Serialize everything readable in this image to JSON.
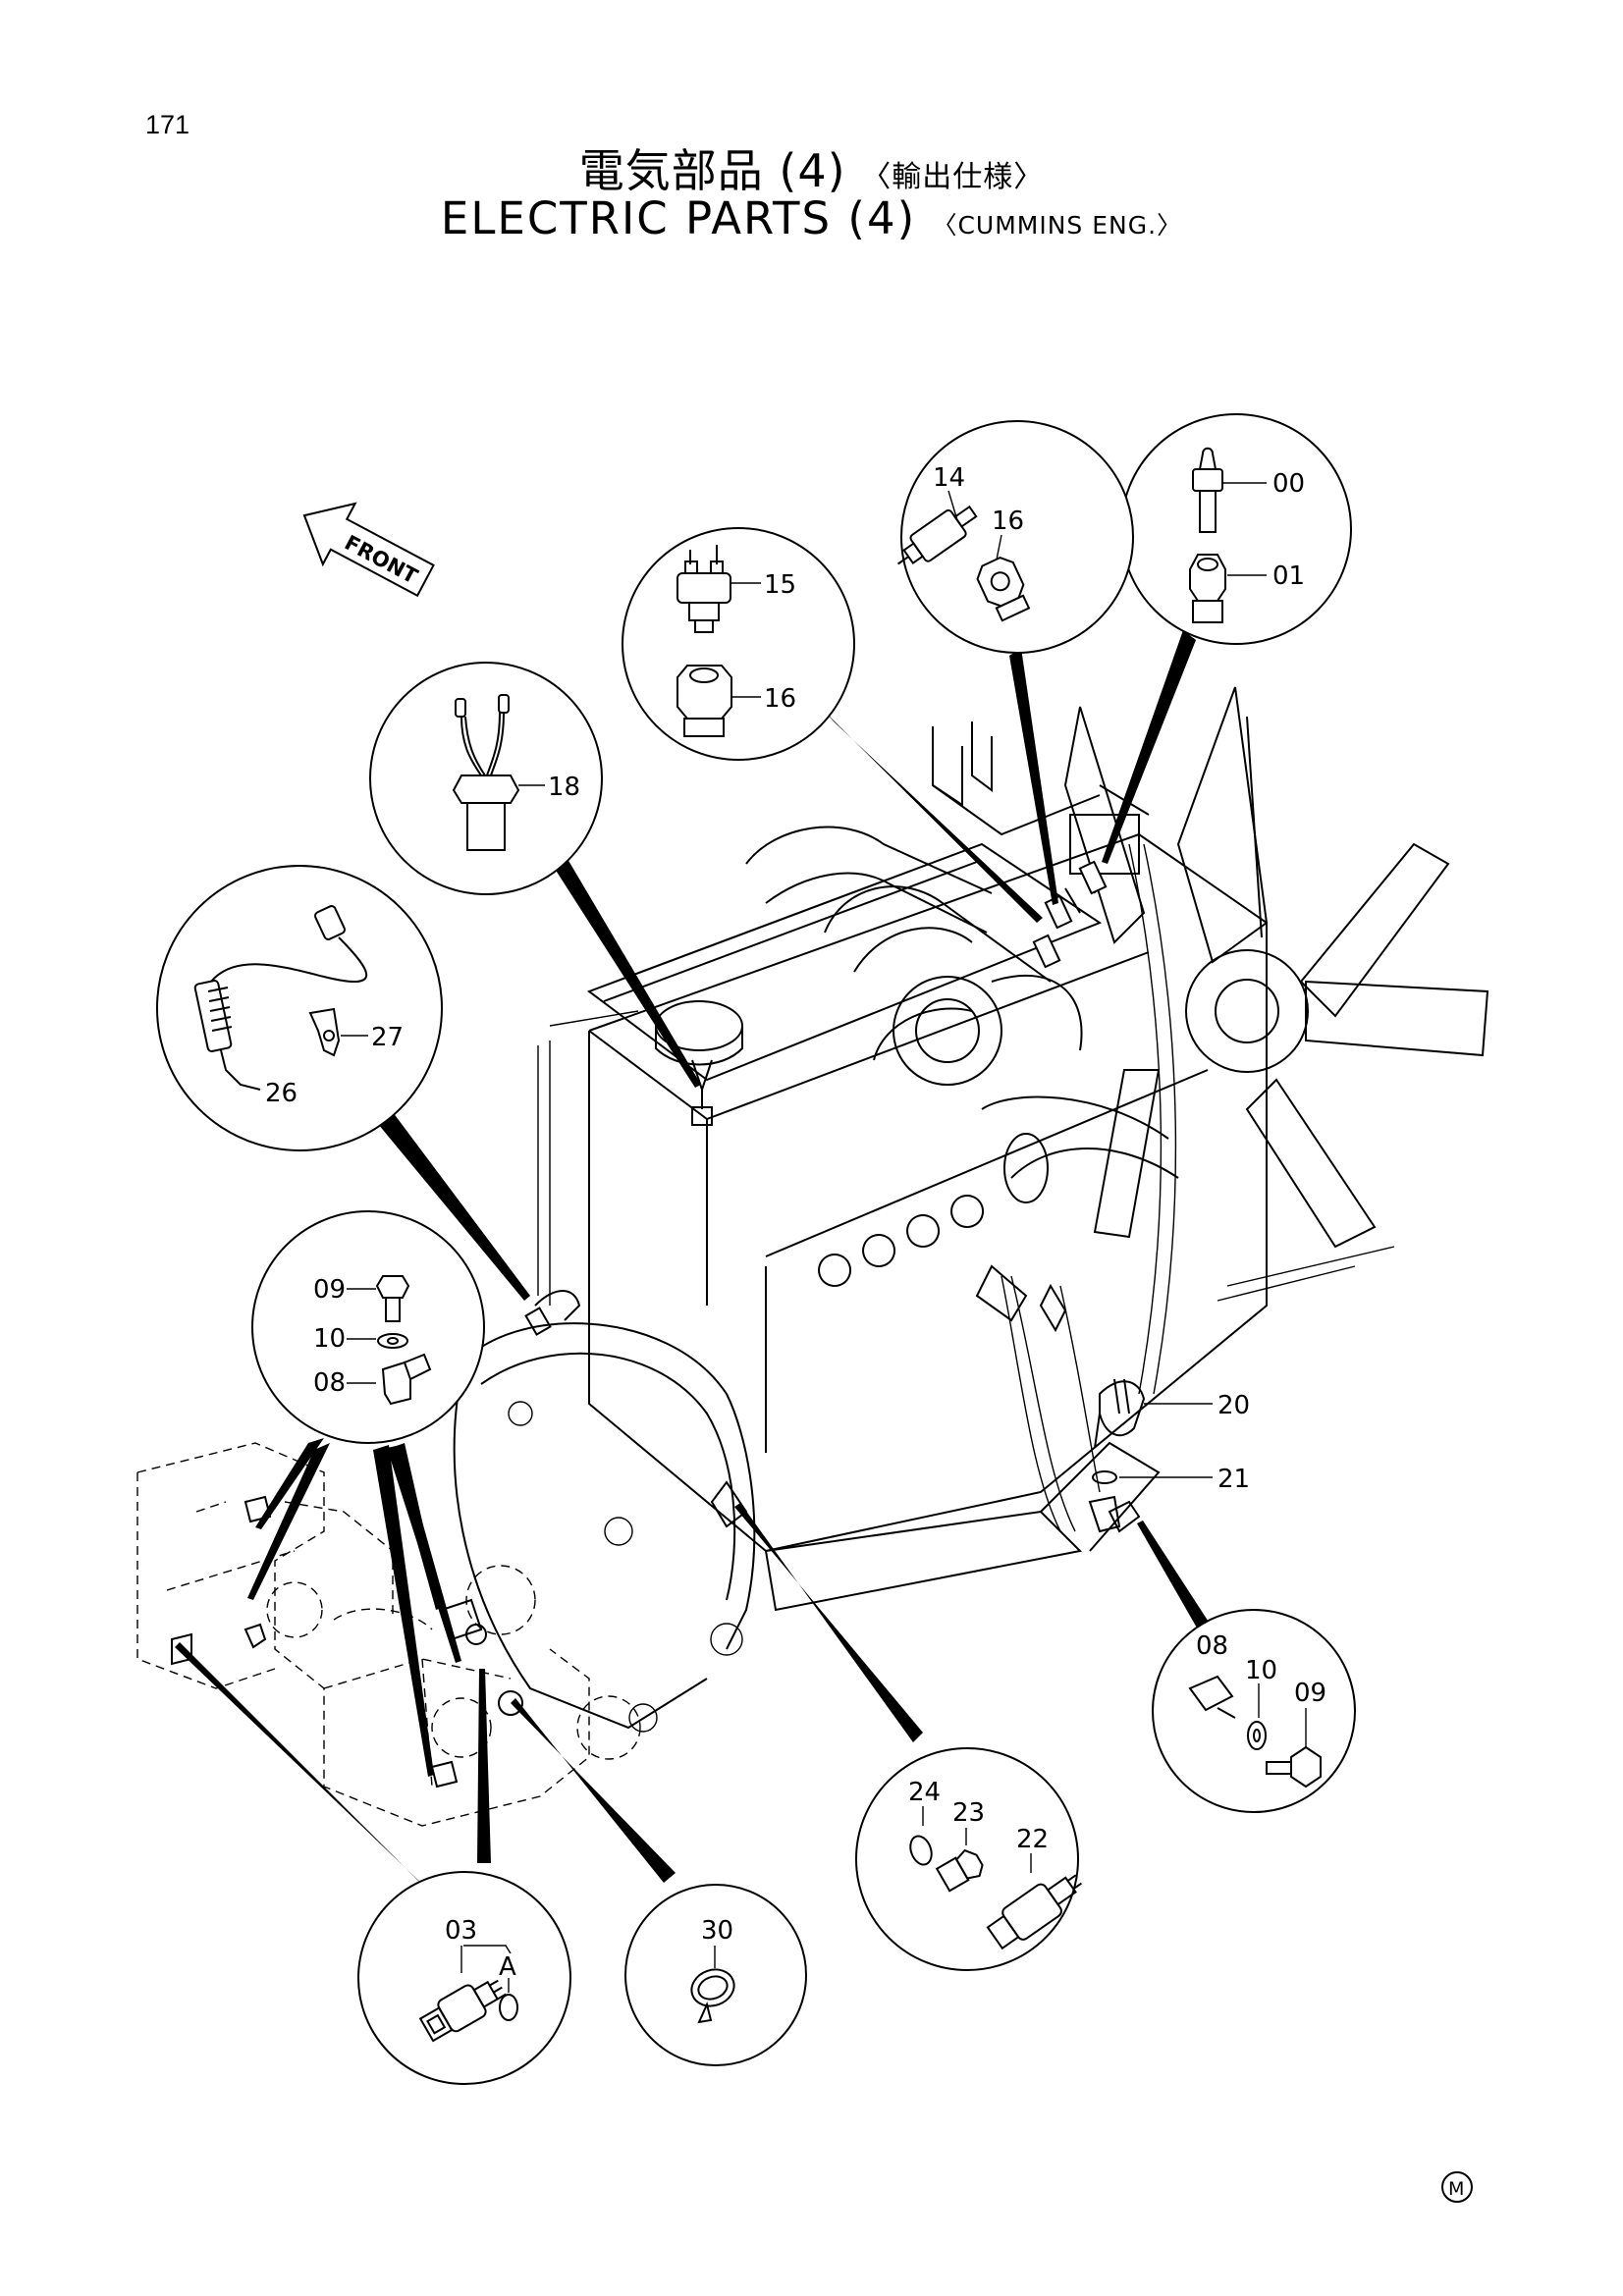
{
  "page_number": "171",
  "title_jp": "電気部品 (4)",
  "title_jp_sub": "〈輸出仕様〉",
  "title_en": "ELECTRIC PARTS (4)",
  "title_en_sub": "〈CUMMINS ENG.〉",
  "front_label": "FRONT",
  "mark": "M",
  "callouts": {
    "c00": "00",
    "c01": "01",
    "c14": "14",
    "c16a": "16",
    "c15": "15",
    "c16b": "16",
    "c18": "18",
    "c27": "27",
    "c26": "26",
    "c09a": "09",
    "c10a": "10",
    "c08a": "08",
    "c20": "20",
    "c21": "21",
    "c08b": "08",
    "c10b": "10",
    "c09b": "09",
    "c24": "24",
    "c23": "23",
    "c22": "22",
    "c03": "03",
    "cA": "A",
    "c30": "30"
  }
}
